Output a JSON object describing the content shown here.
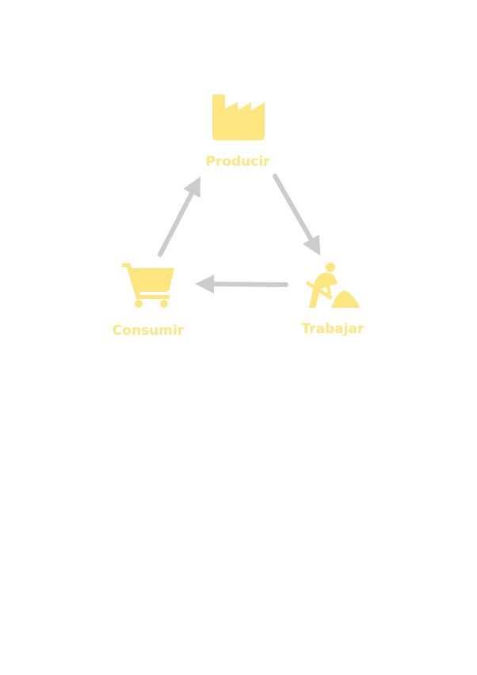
{
  "colors": {
    "node": "#fde680",
    "arrow": "#cccccc",
    "background": "#ffffff"
  },
  "diagram": {
    "nodes": [
      {
        "id": "producir",
        "label": "Producir",
        "icon": "factory-icon"
      },
      {
        "id": "trabajar",
        "label": "Trabajar",
        "icon": "worker-shoveling-icon"
      },
      {
        "id": "consumir",
        "label": "Consumir",
        "icon": "shopping-cart-icon"
      }
    ],
    "edges": [
      {
        "from": "producir",
        "to": "trabajar"
      },
      {
        "from": "trabajar",
        "to": "consumir"
      },
      {
        "from": "consumir",
        "to": "producir"
      }
    ]
  }
}
